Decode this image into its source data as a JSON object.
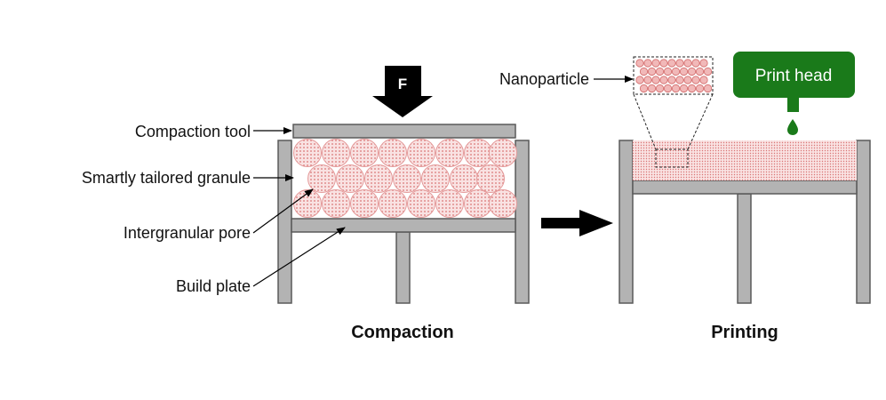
{
  "labels": {
    "compaction_tool": "Compaction tool",
    "granule": "Smartly tailored granule",
    "pore": "Intergranular pore",
    "build_plate": "Build plate",
    "nanoparticle": "Nanoparticle",
    "print_head": "Print head",
    "force": "F"
  },
  "captions": {
    "left": "Compaction",
    "right": "Printing"
  },
  "colors": {
    "frame_fill": "#b3b3b3",
    "frame_stroke": "#5a5a5a",
    "granule_fill": "#f6d3d3",
    "granule_dot": "#d97474",
    "print_head": "#1a7a1a",
    "arrow": "#000000"
  }
}
